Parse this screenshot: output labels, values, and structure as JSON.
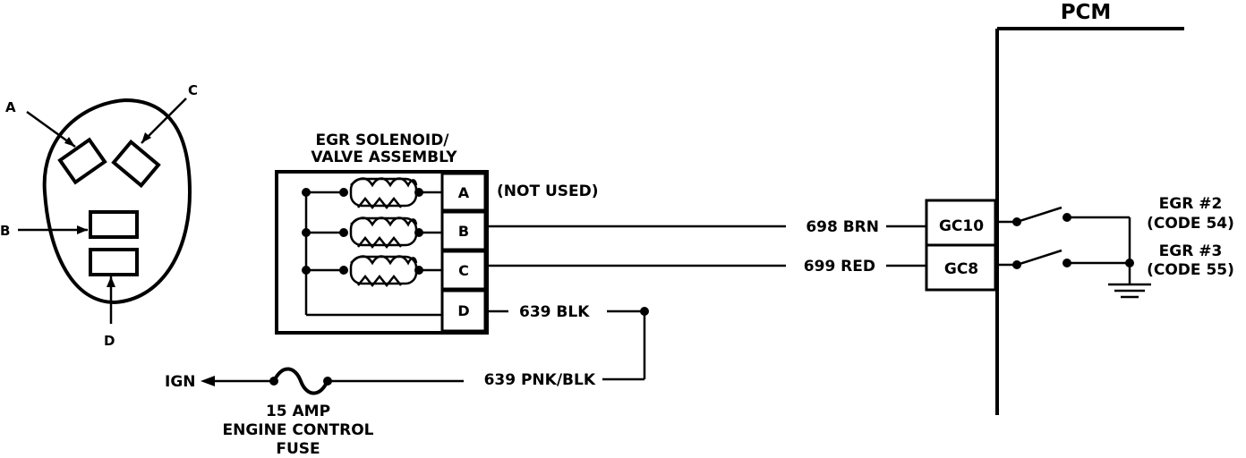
{
  "pcm": {
    "title": "PCM"
  },
  "connector_view": {
    "label_a": "A",
    "label_b": "B",
    "label_c": "C",
    "label_d": "D"
  },
  "egr_assembly": {
    "title_line1": "EGR SOLENOID/",
    "title_line2": "VALVE ASSEMBLY",
    "pins": [
      "A",
      "B",
      "C",
      "D"
    ],
    "not_used": "(NOT USED)"
  },
  "wires": {
    "brn": "698 BRN",
    "red": "699 RED",
    "blk": "639 BLK",
    "pnk_blk": "639 PNK/BLK"
  },
  "pcm_terminals": {
    "gc10": "GC10",
    "gc8": "GC8"
  },
  "outputs": {
    "egr2_line1": "EGR #2",
    "egr2_line2": "(CODE 54)",
    "egr3_line1": "EGR #3",
    "egr3_line2": "(CODE 55)"
  },
  "power": {
    "ign": "IGN",
    "fuse_line1": "15 AMP",
    "fuse_line2": "ENGINE CONTROL",
    "fuse_line3": "FUSE"
  }
}
